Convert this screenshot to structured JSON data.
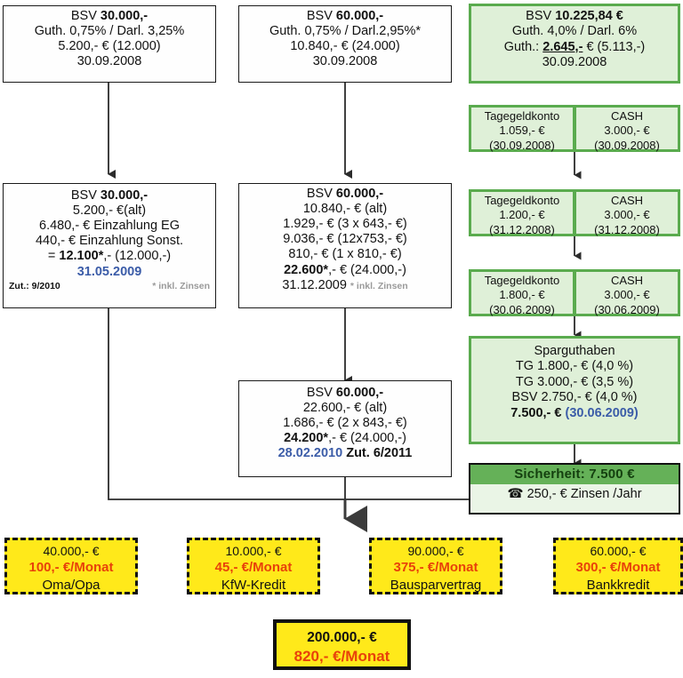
{
  "diagram": {
    "title": "Finanzierungs-Flussdiagramm BSV",
    "colors": {
      "green_fill": "#dff0d8",
      "green_border": "#5aab4e",
      "yellow_fill": "#ffe91a",
      "red_text": "#e8410a",
      "blue_text": "#3b5ca8",
      "security_header": "#65b158"
    }
  },
  "row1": {
    "bsv30": {
      "line1_label": "BSV",
      "line1_value": "30.000,-",
      "line2": "Guth. 0,75% / Darl. 3,25%",
      "line3": "5.200,- € (12.000)",
      "line4": "30.09.2008"
    },
    "bsv60": {
      "line1_label": "BSV",
      "line1_value": "60.000,-",
      "line2": "Guth. 0,75% / Darl.2,95%*",
      "line3": "10.840,- € (24.000)",
      "line4": "30.09.2008"
    },
    "bsv_green": {
      "line1_label": "BSV",
      "line1_value": "10.225,84 €",
      "line2": "Guth. 4,0% / Darl. 6%",
      "line3_prefix": "Guth.:",
      "line3_value": "2.645,-",
      "line3_suffix": "€ (5.113,-)",
      "line4": "30.09.2008"
    }
  },
  "row2": {
    "bsv30": {
      "line1_label": "BSV",
      "line1_value": "30.000,-",
      "line2": "5.200,- €(alt)",
      "line3": "6.480,- € Einzahlung EG",
      "line4": "440,- € Einzahlung Sonst.",
      "line5_prefix": "=",
      "line5_value": "12.100*",
      "line5_suffix": ",- (12.000,-)",
      "line6": "31.05.2009",
      "foot_left": "Zut.: 9/2010",
      "foot_right": "* inkl. Zinsen"
    },
    "bsv60": {
      "line1_label": "BSV",
      "line1_value": "60.000,-",
      "line2": "10.840,- € (alt)",
      "line3": "1.929,- € (3 x 643,- €)",
      "line4": "9.036,- € (12x753,- €)",
      "line5": "810,- € (1 x 810,- €)",
      "line6_value": "22.600*",
      "line6_suffix": ",- € (24.000,-)",
      "line7": "31.12.2009",
      "foot_right": "* inkl. Zinsen"
    }
  },
  "row3": {
    "bsv60": {
      "line1_label": "BSV",
      "line1_value": "60.000,-",
      "line2": "22.600,- € (alt)",
      "line3": "1.686,- € (2 x 843,- €)",
      "line4_value": "24.200*",
      "line4_suffix": ",- € (24.000,-)",
      "line5_date": "28.02.2010",
      "line5_zut": "Zut. 6/2011"
    }
  },
  "accounts": [
    {
      "left": {
        "name": "Tagegeldkonto",
        "amount": "1.059,- €",
        "date": "(30.09.2008)"
      },
      "right": {
        "name": "CASH",
        "amount": "3.000,- €",
        "date": "(30.09.2008)"
      }
    },
    {
      "left": {
        "name": "Tagegeldkonto",
        "amount": "1.200,- €",
        "date": "(31.12.2008)"
      },
      "right": {
        "name": "CASH",
        "amount": "3.000,- €",
        "date": "(31.12.2008)"
      }
    },
    {
      "left": {
        "name": "Tagegeldkonto",
        "amount": "1.800,- €",
        "date": "(30.06.2009)"
      },
      "right": {
        "name": "CASH",
        "amount": "3.000,- €",
        "date": "(30.06.2009)"
      }
    }
  ],
  "sparguthaben": {
    "title": "Sparguthaben",
    "line1": "TG 1.800,- € (4,0 %)",
    "line2": "TG 3.000,- € (3,5 %)",
    "line3": "BSV 2.750,- € (4,0 %)",
    "total": "7.500,- €",
    "total_date": "(30.06.2009)"
  },
  "sicherheit": {
    "header": "Sicherheit: 7.500 €",
    "body_icon": "telephone-icon",
    "body": "250,- € Zinsen /Jahr"
  },
  "funding": [
    {
      "amount": "40.000,- €",
      "rate": "100,- €/Monat",
      "source": "Oma/Opa"
    },
    {
      "amount": "10.000,- €",
      "rate": "45,- €/Monat",
      "source": "KfW-Kredit"
    },
    {
      "amount": "90.000,- €",
      "rate": "375,- €/Monat",
      "source": "Bausparvertrag"
    },
    {
      "amount": "60.000,- €",
      "rate": "300,- €/Monat",
      "source": "Bankkredit"
    }
  ],
  "total": {
    "amount": "200.000,- €",
    "rate": "820,- €/Monat"
  }
}
